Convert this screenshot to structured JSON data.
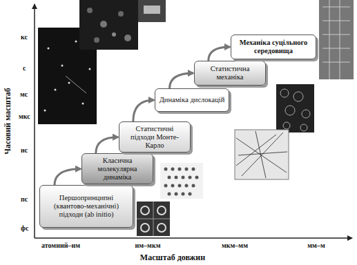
{
  "diagram": {
    "nodes": [
      {
        "text": [
          "Першопринципні (квантово-механічні) підходи (ab initio)"
        ]
      },
      {
        "text": [
          "Класична молекулярна динаміка"
        ]
      },
      {
        "text": [
          "Статистичні підходи Монте-Карло"
        ]
      },
      {
        "text": [
          "Динаміка дислокацій"
        ]
      },
      {
        "text": [
          "Статистична механіка"
        ]
      },
      {
        "text": [
          "Механіка суцільного середовища"
        ]
      }
    ],
    "edges": [
      {
        "from": 0,
        "to": 1,
        "arrow": "to"
      },
      {
        "from": 1,
        "to": 2,
        "arrow": "to"
      },
      {
        "from": 2,
        "to": 3,
        "arrow": "to"
      },
      {
        "from": 3,
        "to": 4,
        "arrow": "to"
      },
      {
        "from": 4,
        "to": 5,
        "arrow": "to"
      }
    ],
    "labels": [
      "Часовий масштаб",
      "фс",
      "пс",
      "нс",
      "мкс",
      "мс",
      "с",
      "кс",
      "атомний–нм",
      "нм–мкм",
      "мкм–мм",
      "мм–м",
      "Масштаб довжин"
    ]
  }
}
